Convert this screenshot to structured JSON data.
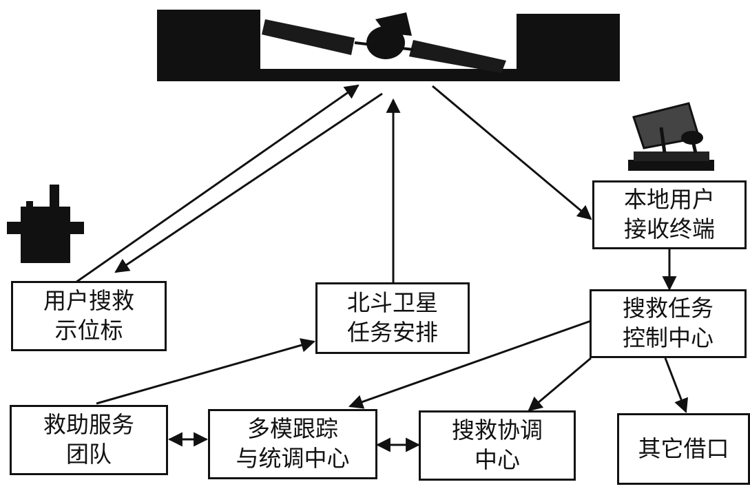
{
  "nodes": {
    "local_terminal": {
      "line1": "本地用户",
      "line2": "接收终端"
    },
    "beacon": {
      "line1": "用户搜救",
      "line2": "示位标"
    },
    "beidou_tasking": {
      "line1": "北斗卫星",
      "line2": "任务安排"
    },
    "sar_control": {
      "line1": "搜救任务",
      "line2": "控制中心"
    },
    "rescue_team": {
      "line1": "救助服务",
      "line2": "团队"
    },
    "tracking_center": {
      "line1": "多模跟踪",
      "line2": "与统调中心"
    },
    "sar_coordination": {
      "line1": "搜救协调",
      "line2": "中心"
    },
    "other_interfaces": {
      "line1": "其它借口"
    }
  },
  "icons": [
    "satellite-icon",
    "ground-antenna-icon",
    "beacon-device-icon"
  ],
  "colors": {
    "ink": "#111111",
    "background": "#ffffff"
  }
}
